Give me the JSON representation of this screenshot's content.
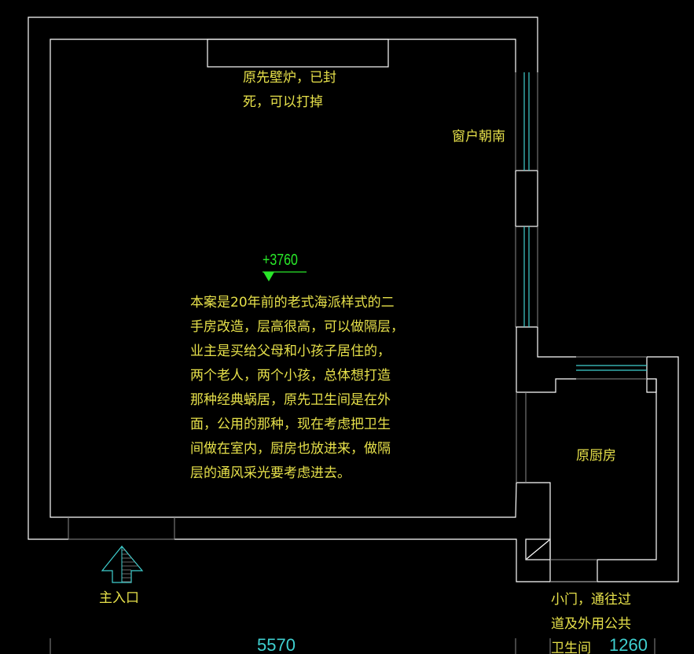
{
  "colors": {
    "wall": "#ffffff",
    "secondary": "#8a8a8a",
    "glass": "#3fd0d0",
    "text": "#e6e04a",
    "elevation": "#29e829"
  },
  "labels": {
    "fireplace": [
      "原先壁炉，已封",
      "死，可以打掉"
    ],
    "window": "窗户朝南",
    "description": [
      "本案是20年前的老式海派样式的二",
      "手房改造，层高很高，可以做隔层，",
      "业主是买给父母和小孩子居住的，",
      "两个老人，两个小孩，总体想打造",
      "那种经典蜗居，原先卫生间是在外",
      "面，公用的那种，现在考虑把卫生",
      "间做在室内，厨房也放进来，做隔",
      "层的通风采光要考虑进去。"
    ],
    "kitchen": "原厨房",
    "entrance": "主入口",
    "side_door": [
      "小门，通往过",
      "道及外用公共",
      "卫生间"
    ]
  },
  "elevation": "+3760",
  "dimensions": {
    "main_width": "5570",
    "kitchen_width": "1260"
  }
}
